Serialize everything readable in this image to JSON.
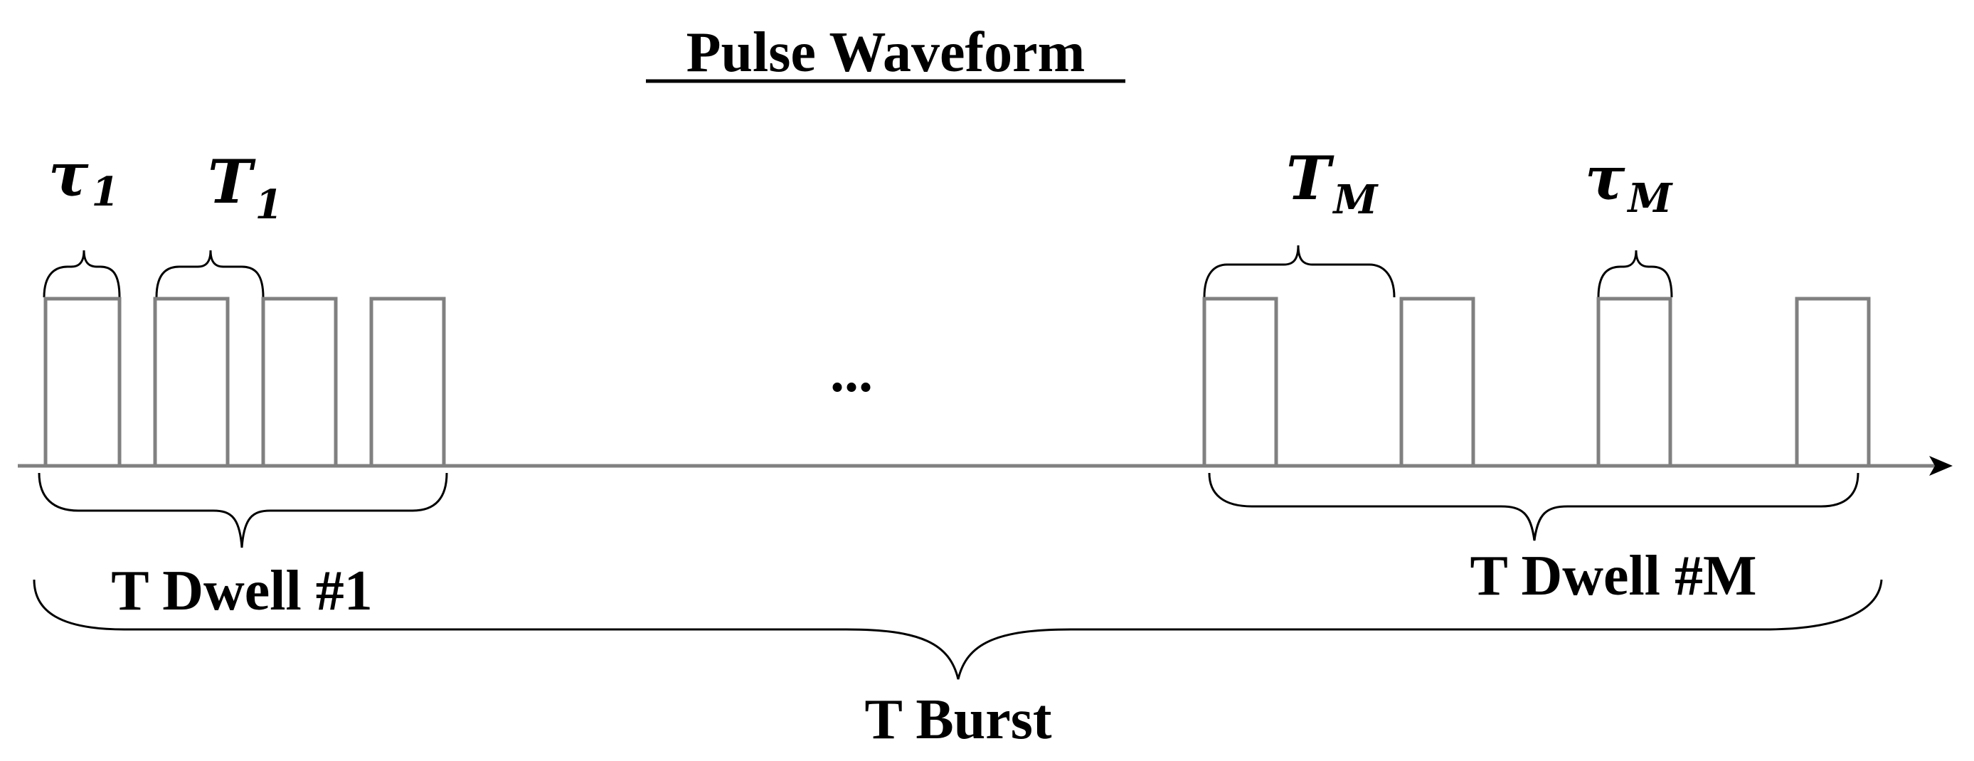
{
  "diagram": {
    "title": "Pulse Waveform",
    "ellipsis": "...",
    "labels": {
      "tau_1": {
        "symbol": "τ",
        "subscript": "1"
      },
      "T_1": {
        "symbol": "T",
        "subscript": "1"
      },
      "T_M": {
        "symbol": "T",
        "subscript": "M"
      },
      "tau_M": {
        "symbol": "τ",
        "subscript": "M"
      },
      "dwell_1": "T Dwell #1",
      "dwell_M": "T Dwell #M",
      "burst": "T Burst"
    },
    "colors": {
      "pulse": "#808080",
      "brace": "#000000",
      "text": "#000000"
    }
  }
}
